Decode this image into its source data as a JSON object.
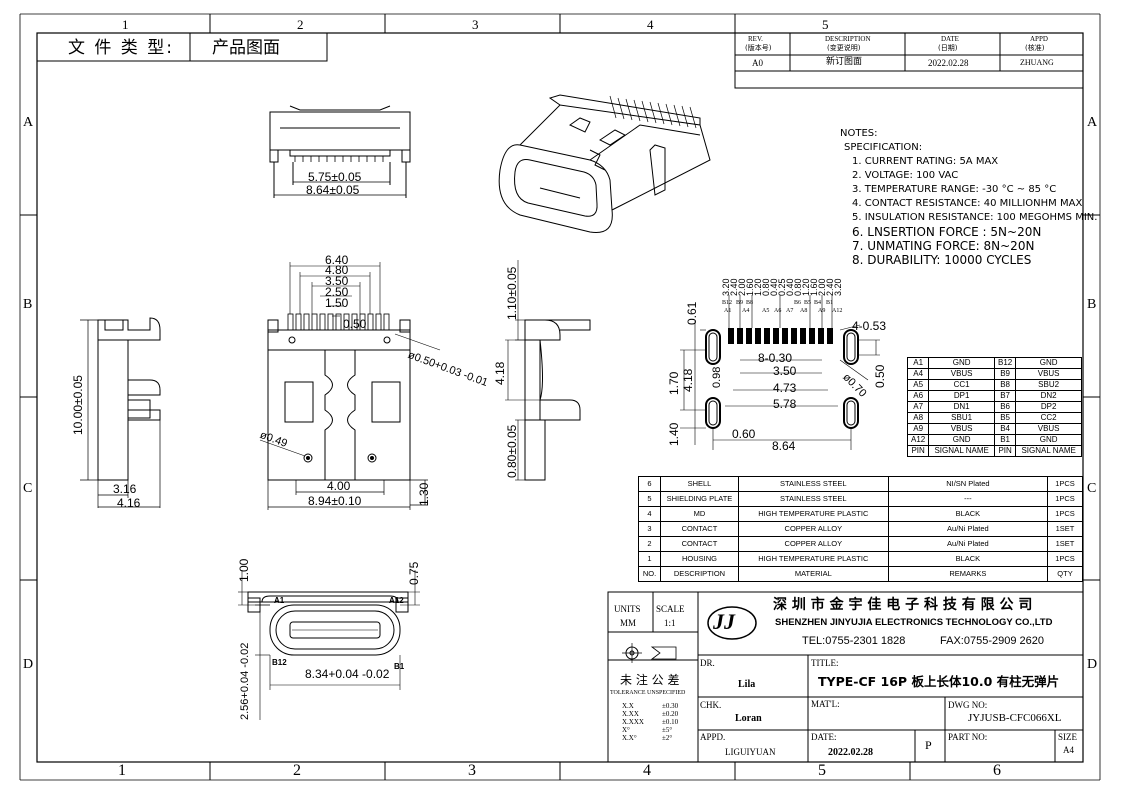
{
  "border": {
    "top_zones": [
      "1",
      "2",
      "3",
      "4",
      "5"
    ],
    "bottom_zones": [
      "1",
      "2",
      "3",
      "4",
      "5",
      "6"
    ],
    "left_zones": [
      "A",
      "B",
      "C",
      "D"
    ],
    "right_zones": [
      "A",
      "B",
      "C",
      "D"
    ]
  },
  "doc_type": {
    "label": "文 件 类 型:",
    "value": "产品图面"
  },
  "revision": {
    "headers": [
      "REV.\n(版本号)",
      "DESCRIPTION\n(变更说明)",
      "DATE\n(日期)",
      "APPD\n(核准)"
    ],
    "h_rev": "REV.",
    "h_rev_cn": "(版本号)",
    "h_desc": "DESCRIPTION",
    "h_desc_cn": "(变更说明)",
    "h_date": "DATE",
    "h_date_cn": "(日期)",
    "h_appd": "APPD",
    "h_appd_cn": "(核准)",
    "rev": "A0",
    "desc": "新订图面",
    "date": "2022.02.28",
    "appd": "ZHUANG"
  },
  "notes": {
    "title": "NOTES:",
    "subtitle": "SPECIFICATION:",
    "items": [
      "1. CURRENT RATING: 5A MAX",
      "2. VOLTAGE: 100 VAC",
      "3. TEMPERATURE RANGE: -30 °C ~ 85 °C",
      "4. CONTACT RESISTANCE: 40 MILLIONHM MAX",
      "5. INSULATION RESISTANCE: 100 MEGOHMS MIN.",
      "6. LNSERTION FORCE : 5N~20N",
      "7. UNMATING FORCE: 8N~20N",
      "8. DURABILITY: 10000 CYCLES"
    ]
  },
  "dims": {
    "top_view": [
      "5.75±0.05",
      "8.64±0.05"
    ],
    "front_view": [
      "6.40",
      "4.80",
      "3.50",
      "2.50",
      "1.50",
      "0.50",
      "ø0.50+0.03\n-0.01",
      "ø0.49",
      "4.00",
      "8.94±0.10",
      "1.30"
    ],
    "side_view": [
      "10.00±0.05",
      "3.16",
      "4.16"
    ],
    "right_view": [
      "1.10±0.05",
      "4.18",
      "0.80±0.05"
    ],
    "front_mating": [
      "1.00",
      "0.75",
      "8.34+0.04\n-0.02",
      "2.56+0.04\n-0.02"
    ],
    "front_mating_pins": [
      "A1",
      "A12",
      "B12",
      "B1"
    ],
    "footprint": [
      "0.61",
      "4-0.53",
      "8-0.30",
      "3.50",
      "4.73",
      "5.78",
      "0.98",
      "1.70",
      "4.18",
      "ø0.70",
      "0.50",
      "0.60",
      "8.64",
      "1.40"
    ],
    "footprint_pitch": [
      "3.20",
      "2.40",
      "2.00",
      "1.60",
      "1.20",
      "0.80",
      "0.40",
      "0.25",
      "0.40",
      "0.80",
      "1.20",
      "1.60",
      "2.00",
      "2.40",
      "3.20"
    ],
    "footprint_pins": [
      "B12",
      "B9",
      "B8",
      "A1",
      "A4",
      "A5",
      "A6",
      "A7",
      "B6",
      "B5",
      "B4",
      "A8",
      "A9",
      "B1",
      "A12"
    ]
  },
  "pin_table": {
    "rows": [
      [
        "A1",
        "GND",
        "B12",
        "GND"
      ],
      [
        "A4",
        "VBUS",
        "B9",
        "VBUS"
      ],
      [
        "A5",
        "CC1",
        "B8",
        "SBU2"
      ],
      [
        "A6",
        "DP1",
        "B7",
        "DN2"
      ],
      [
        "A7",
        "DN1",
        "B6",
        "DP2"
      ],
      [
        "A8",
        "SBU1",
        "B5",
        "CC2"
      ],
      [
        "A9",
        "VBUS",
        "B4",
        "VBUS"
      ],
      [
        "A12",
        "GND",
        "B1",
        "GND"
      ]
    ],
    "header": [
      "PIN",
      "SIGNAL NAME",
      "PIN",
      "SIGNAL NAME"
    ]
  },
  "bom": {
    "rows": [
      [
        "6",
        "SHELL",
        "STAINLESS STEEL",
        "NI/SN  Plated",
        "1PCS"
      ],
      [
        "5",
        "SHIELDING PLATE",
        "STAINLESS STEEL",
        "---",
        "1PCS"
      ],
      [
        "4",
        "MD",
        "HIGH TEMPERATURE PLASTIC",
        "BLACK",
        "1PCS"
      ],
      [
        "3",
        "CONTACT",
        "COPPER ALLOY",
        "Au/Ni Plated",
        "1SET"
      ],
      [
        "2",
        "CONTACT",
        "COPPER ALLOY",
        "Au/Ni Plated",
        "1SET"
      ],
      [
        "1",
        "HOUSING",
        "HIGH TEMPERATURE PLASTIC",
        "BLACK",
        "1PCS"
      ]
    ],
    "header": [
      "NO.",
      "DESCRIPTION",
      "MATERIAL",
      "REMARKS",
      "QTY"
    ]
  },
  "title_block": {
    "units_label": "UNITS",
    "units": "MM",
    "scale_label": "SCALE",
    "scale": "1:1",
    "logo": "JJ",
    "company_cn": "深 圳 市 金 宇 佳 电 子 科 技 有 限 公 司",
    "company_en": "SHENZHEN JINYUJIA ELECTRONICS TECHNOLOGY CO.,LTD",
    "tel": "TEL:0755-2301 1828",
    "fax": "FAX:0755-2909 2620",
    "tol_cn": "未 注 公 差",
    "tol_en": "TOLERANCE UNSPECIFIED",
    "tol_rows": [
      [
        "X.X",
        "±0.30"
      ],
      [
        "X.XX",
        "±0.20"
      ],
      [
        "X.XXX",
        "±0.10"
      ],
      [
        "X°",
        "±5°"
      ],
      [
        "X.X°",
        "±2°"
      ]
    ],
    "dr_label": "DR.",
    "dr": "Lila",
    "chk_label": "CHK.",
    "chk": "Loran",
    "appd_label": "APPD.",
    "appd": "LIGUIYUAN",
    "title_label": "TITLE:",
    "title": "TYPE-CF 16P 板上长体10.0 有柱无弹片",
    "mat_label": "MAT'L:",
    "mat": "",
    "dwg_label": "DWG NO:",
    "dwg": "JYJUSB-CFC066XL",
    "date_label": "DATE:",
    "date": "2022.02.28",
    "p_label": "P",
    "part_label": "PART NO:",
    "part": "",
    "size_label": "SIZE",
    "size": "A4"
  }
}
